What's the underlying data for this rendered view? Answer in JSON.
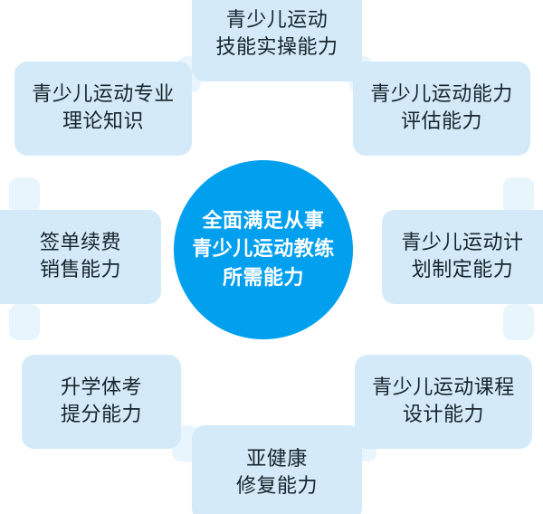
{
  "diagram": {
    "type": "hub-and-spoke",
    "background_color": "#ffffff",
    "hub": {
      "name": "center-hub",
      "text": "全面满足从事\n青少儿运动教练\n所需能力",
      "lines": [
        "全面满足从事",
        "青少儿运动教练",
        "所需能力"
      ],
      "fill_color": "#00a0ef",
      "text_color": "#ffffff"
    },
    "node_style": {
      "fill_color": "#d4eaf8",
      "text_color": "#16242c",
      "connector_color": "#e8f5fc"
    },
    "nodes": [
      {
        "id": "top",
        "position": "top",
        "text": "青少儿运动\n技能实操能力",
        "lines": [
          "青少儿运动",
          "技能实操能力"
        ]
      },
      {
        "id": "top-right",
        "position": "top-right",
        "text": "青少儿运动能力\n评估能力",
        "lines": [
          "青少儿运动能力",
          "评估能力"
        ]
      },
      {
        "id": "right",
        "position": "right",
        "text": "青少儿运动计\n划制定能力",
        "lines": [
          "青少儿运动计",
          "划制定能力"
        ]
      },
      {
        "id": "bottom-right",
        "position": "bottom-right",
        "text": "青少儿运动课程\n设计能力",
        "lines": [
          "青少儿运动课程",
          "设计能力"
        ]
      },
      {
        "id": "bottom",
        "position": "bottom",
        "text": "亚健康\n修复能力",
        "lines": [
          "亚健康",
          "修复能力"
        ]
      },
      {
        "id": "bottom-left",
        "position": "bottom-left",
        "text": "升学体考\n提分能力",
        "lines": [
          "升学体考",
          "提分能力"
        ]
      },
      {
        "id": "left",
        "position": "left",
        "text": "签单续费\n销售能力",
        "lines": [
          "签单续费",
          "销售能力"
        ]
      },
      {
        "id": "top-left",
        "position": "top-left",
        "text": "青少儿运动专业\n理论知识",
        "lines": [
          "青少儿运动专业",
          "理论知识"
        ]
      }
    ]
  }
}
